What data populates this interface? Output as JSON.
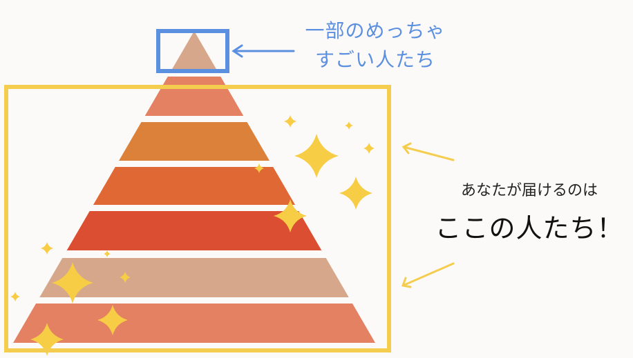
{
  "diagram": {
    "tiers": [
      {
        "level": 1,
        "color": "#d6a78b"
      },
      {
        "level": 2,
        "color": "#e58163"
      },
      {
        "level": 3,
        "color": "#db813a"
      },
      {
        "level": 4,
        "color": "#e06835"
      },
      {
        "level": 5,
        "color": "#dc4e31"
      },
      {
        "level": 6,
        "color": "#d6a78b"
      },
      {
        "level": 7,
        "color": "#e58163"
      }
    ],
    "top_callout": {
      "line1": "一部のめっちゃ",
      "line2": "すごい人たち",
      "color": "#5b8fe0"
    },
    "side_callout": {
      "line1": "あなたが届けるのは",
      "line2": "ここの人たち！"
    },
    "colors": {
      "highlight_box": "#f5cd4e",
      "top_box": "#5b8fe0",
      "sparkle": "#f7cd45",
      "arrow_blue": "#5b8fe0",
      "arrow_yellow": "#f5cd4e"
    }
  }
}
